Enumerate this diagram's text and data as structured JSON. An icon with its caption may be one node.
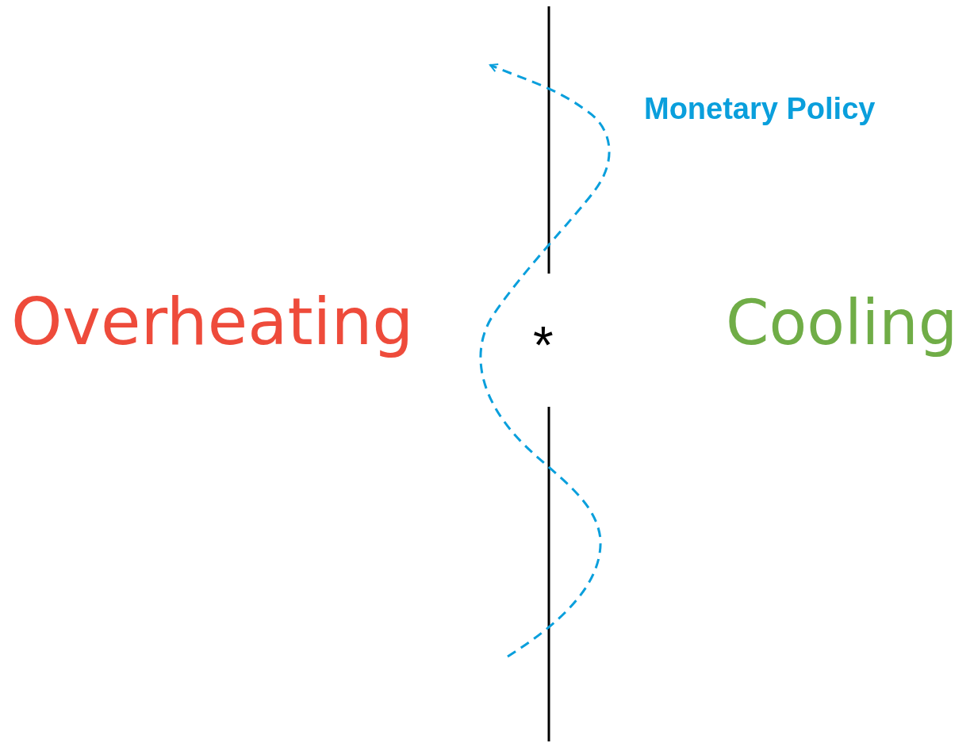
{
  "diagram": {
    "labels": [
      "Monetary Policy",
      "Overheating",
      "*",
      "Cooling"
    ]
  }
}
